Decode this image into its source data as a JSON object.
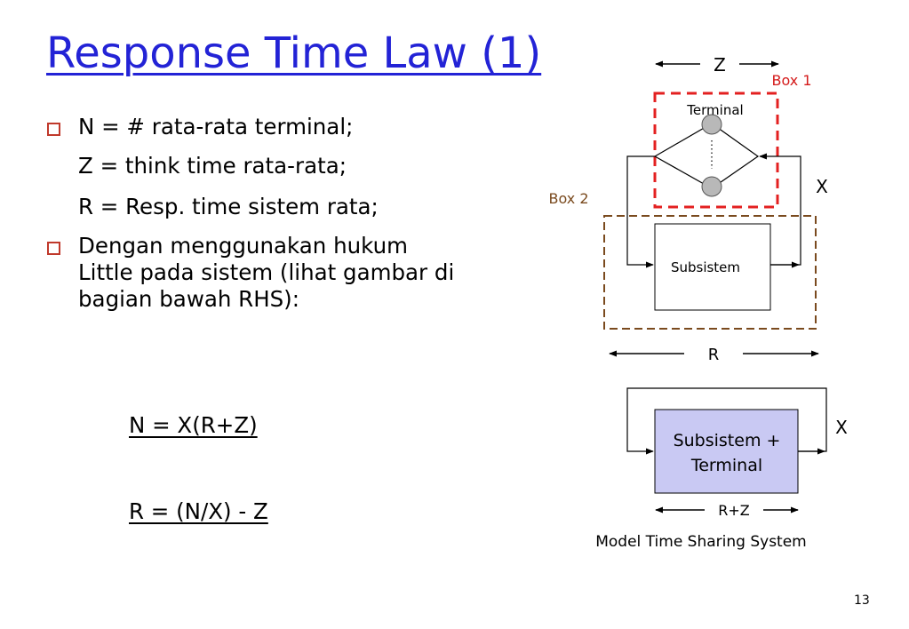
{
  "slide": {
    "title": "Response Time Law (1)",
    "page_number": "13"
  },
  "bullets": {
    "b1_line1": "N = # rata-rata terminal;",
    "b1_line2": "Z = think time rata-rata;",
    "b1_line3": "R = Resp. time sistem rata;",
    "b2_text": "Dengan menggunakan hukum Little pada sistem (lihat gambar di bagian bawah RHS):"
  },
  "formulas": {
    "f1": "N = X(R+Z)",
    "f2": "R = (N/X) - Z"
  },
  "diagram_top": {
    "z_label": "Z",
    "box1_label": "Box 1",
    "terminal_label": "Terminal",
    "x_label": "X",
    "box2_label": "Box 2",
    "subsistem_label": "Subsistem",
    "r_label": "R"
  },
  "diagram_bottom": {
    "box_line1": "Subsistem +",
    "box_line2": "Terminal",
    "x_label": "X",
    "rz_label": "R+Z",
    "caption": "Model Time Sharing System"
  },
  "colors": {
    "title": "#2323d6",
    "bullet_marker": "#c0392b",
    "box1_dash": "#e32020",
    "box1_label": "#d41a1a",
    "box2_dash": "#7a4a1e",
    "box2_label": "#7a4a1e",
    "terminal_node": "#b8b8b8",
    "bottom_box_fill": "#c9c9f3"
  }
}
